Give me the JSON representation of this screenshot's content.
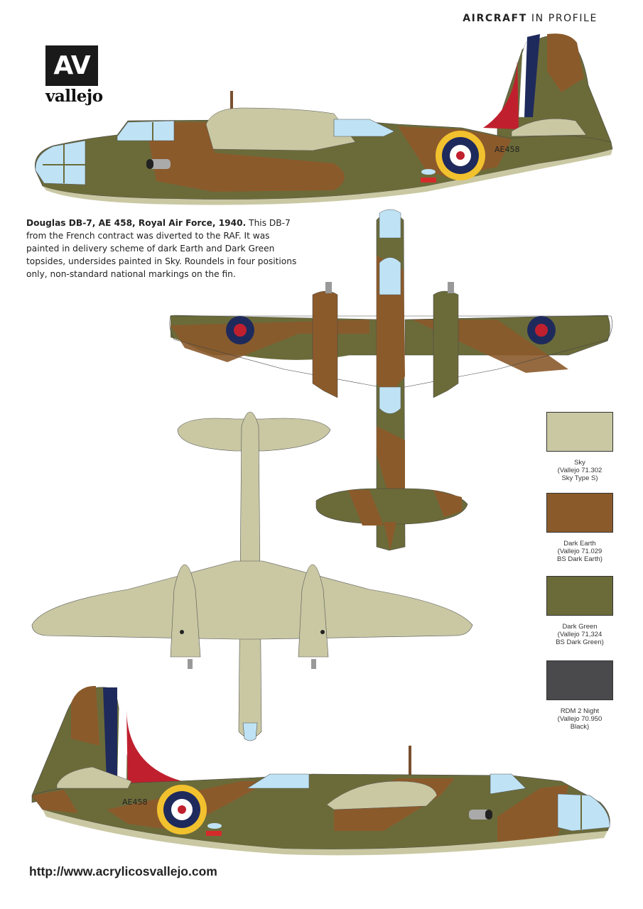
{
  "header": {
    "title_bold": "AIRCRAFT",
    "title_regular": " IN PROFILE"
  },
  "logo": {
    "mark": "AV",
    "wordmark": "vallejo"
  },
  "caption": {
    "title": "Douglas DB-7, AE 458, Royal Air Force, 1940.",
    "body": " This DB-7 from the French contract was diverted to the RAF. It was painted in delivery scheme of dark Earth and Dark Green topsides, undersides painted in Sky. Roundels in four positions only, non-standard national markings on the fin."
  },
  "aircraft": {
    "serial": "AE458",
    "views": [
      "left-profile",
      "top-view",
      "underside-view",
      "right-profile"
    ]
  },
  "colors": {
    "sky": "#c9c8a3",
    "dark_earth": "#8b5a2b",
    "dark_green": "#6b6b3a",
    "night": "#4a4a4c",
    "roundel_blue": "#1f2a5c",
    "roundel_red": "#c0202e",
    "roundel_yellow": "#f2c12e",
    "glass": "#bfe3f5"
  },
  "swatches": [
    {
      "name": "Sky",
      "line2": "(Vallejo 71.302",
      "line3": "Sky Type S)",
      "color": "#c9c8a3"
    },
    {
      "name": "Dark Earth",
      "line2": "(Vallejo 71.029",
      "line3": "BS Dark Earth)",
      "color": "#8b5a2b"
    },
    {
      "name": "Dark Green",
      "line2": "(Vallejo 71,324",
      "line3": "BS Dark Green)",
      "color": "#6b6b3a"
    },
    {
      "name": "RDM 2 Night",
      "line2": "(Vallejo 70.950",
      "line3": "Black)",
      "color": "#4a4a4c"
    }
  ],
  "footer": {
    "url": "http://www.acrylicosvallejo.com"
  }
}
